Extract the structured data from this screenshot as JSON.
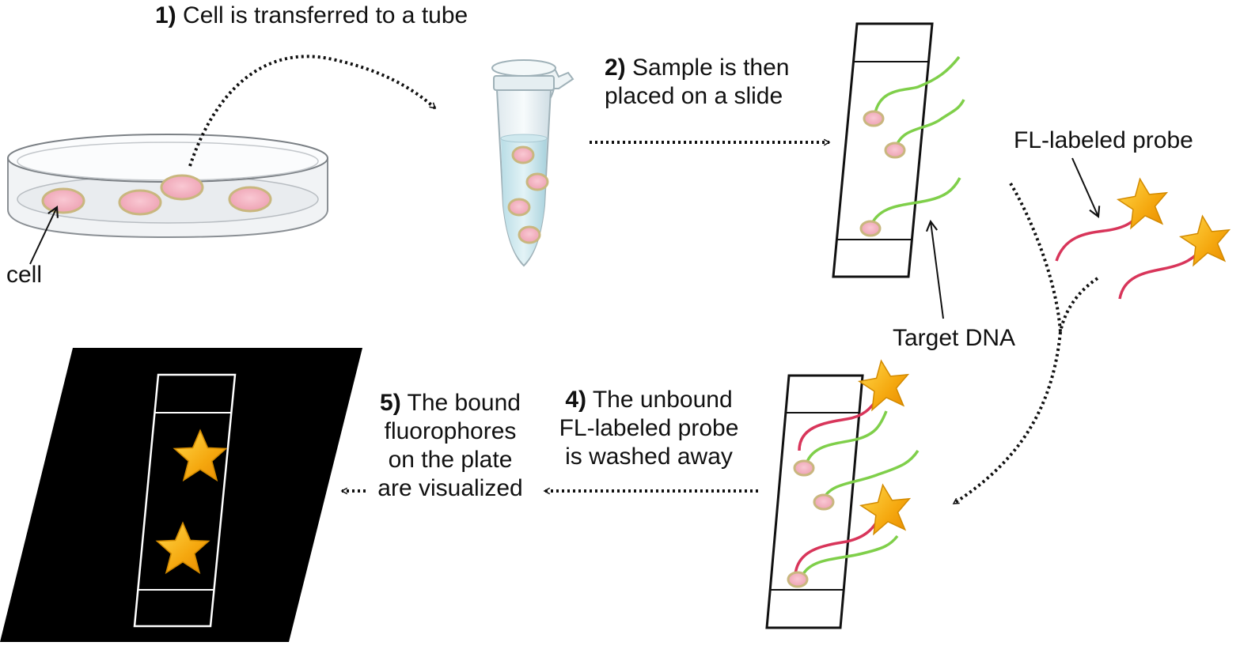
{
  "steps": [
    {
      "number": "1)",
      "text": "Cell is transferred to a tube"
    },
    {
      "number": "2)",
      "line1": "Sample is then",
      "line2": "placed on a slide"
    },
    {
      "number": "4)",
      "line1": "The unbound",
      "line2": "FL-labeled probe",
      "line3": "is washed away"
    },
    {
      "number": "5)",
      "line1": "The bound",
      "line2": "fluorophores",
      "line3": "on the plate",
      "line4": "are visualized"
    }
  ],
  "labels": {
    "cell": "cell",
    "probe": "FL-labeled probe",
    "target": "Target DNA"
  },
  "colors": {
    "background": "#ffffff",
    "dna_strand": "#7fcf4a",
    "probe_strand": "#d8355a",
    "cell_fill": "#f4b6c4",
    "cell_outline": "#c9b77f",
    "star": "#f6b619",
    "plate": "#000000",
    "arrow": "#111111"
  }
}
